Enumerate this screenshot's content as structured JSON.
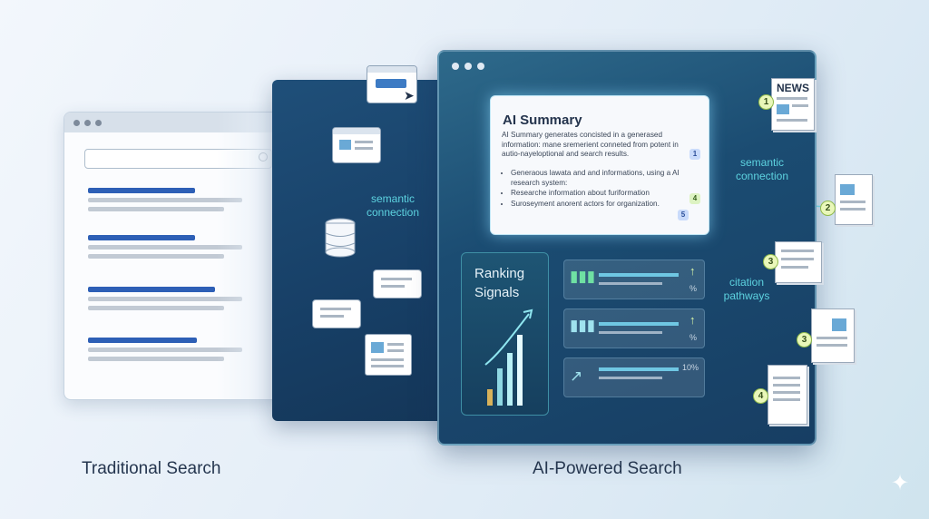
{
  "captions": {
    "left": "Traditional Search",
    "right": "AI-Powered Search"
  },
  "labels": {
    "semantic_left_1": "semantic",
    "semantic_left_2": "connection",
    "semantic_right_1": "semantic",
    "semantic_right_2": "connection",
    "citation_1": "citation",
    "citation_2": "pathways"
  },
  "summary": {
    "title": "AI Summary",
    "body": "AI Summary generates concisted in a generased information: mane sremerient conneted from potent in autio-nayeloptional and search results.",
    "bullets": [
      "Generaous lawata and and informations, using a AI research system:",
      "Researche information about furiformation",
      "Suroseyment anorent actors for organization."
    ],
    "badges": [
      "1",
      "4",
      "5"
    ]
  },
  "ranking": {
    "title_1": "Ranking",
    "title_2": "Signals",
    "rows": [
      {
        "pct": "%"
      },
      {
        "pct": "%"
      },
      {
        "pct": "10%"
      }
    ]
  },
  "documents": {
    "news_label": "NEWS",
    "citations": [
      "1",
      "2",
      "3",
      "3",
      "4"
    ]
  },
  "colors": {
    "accent_cyan": "#5dd3e0",
    "panel_dark": "#173f66",
    "traditional_blue": "#2d5fb6",
    "badge_green": "#e9f7b9"
  }
}
